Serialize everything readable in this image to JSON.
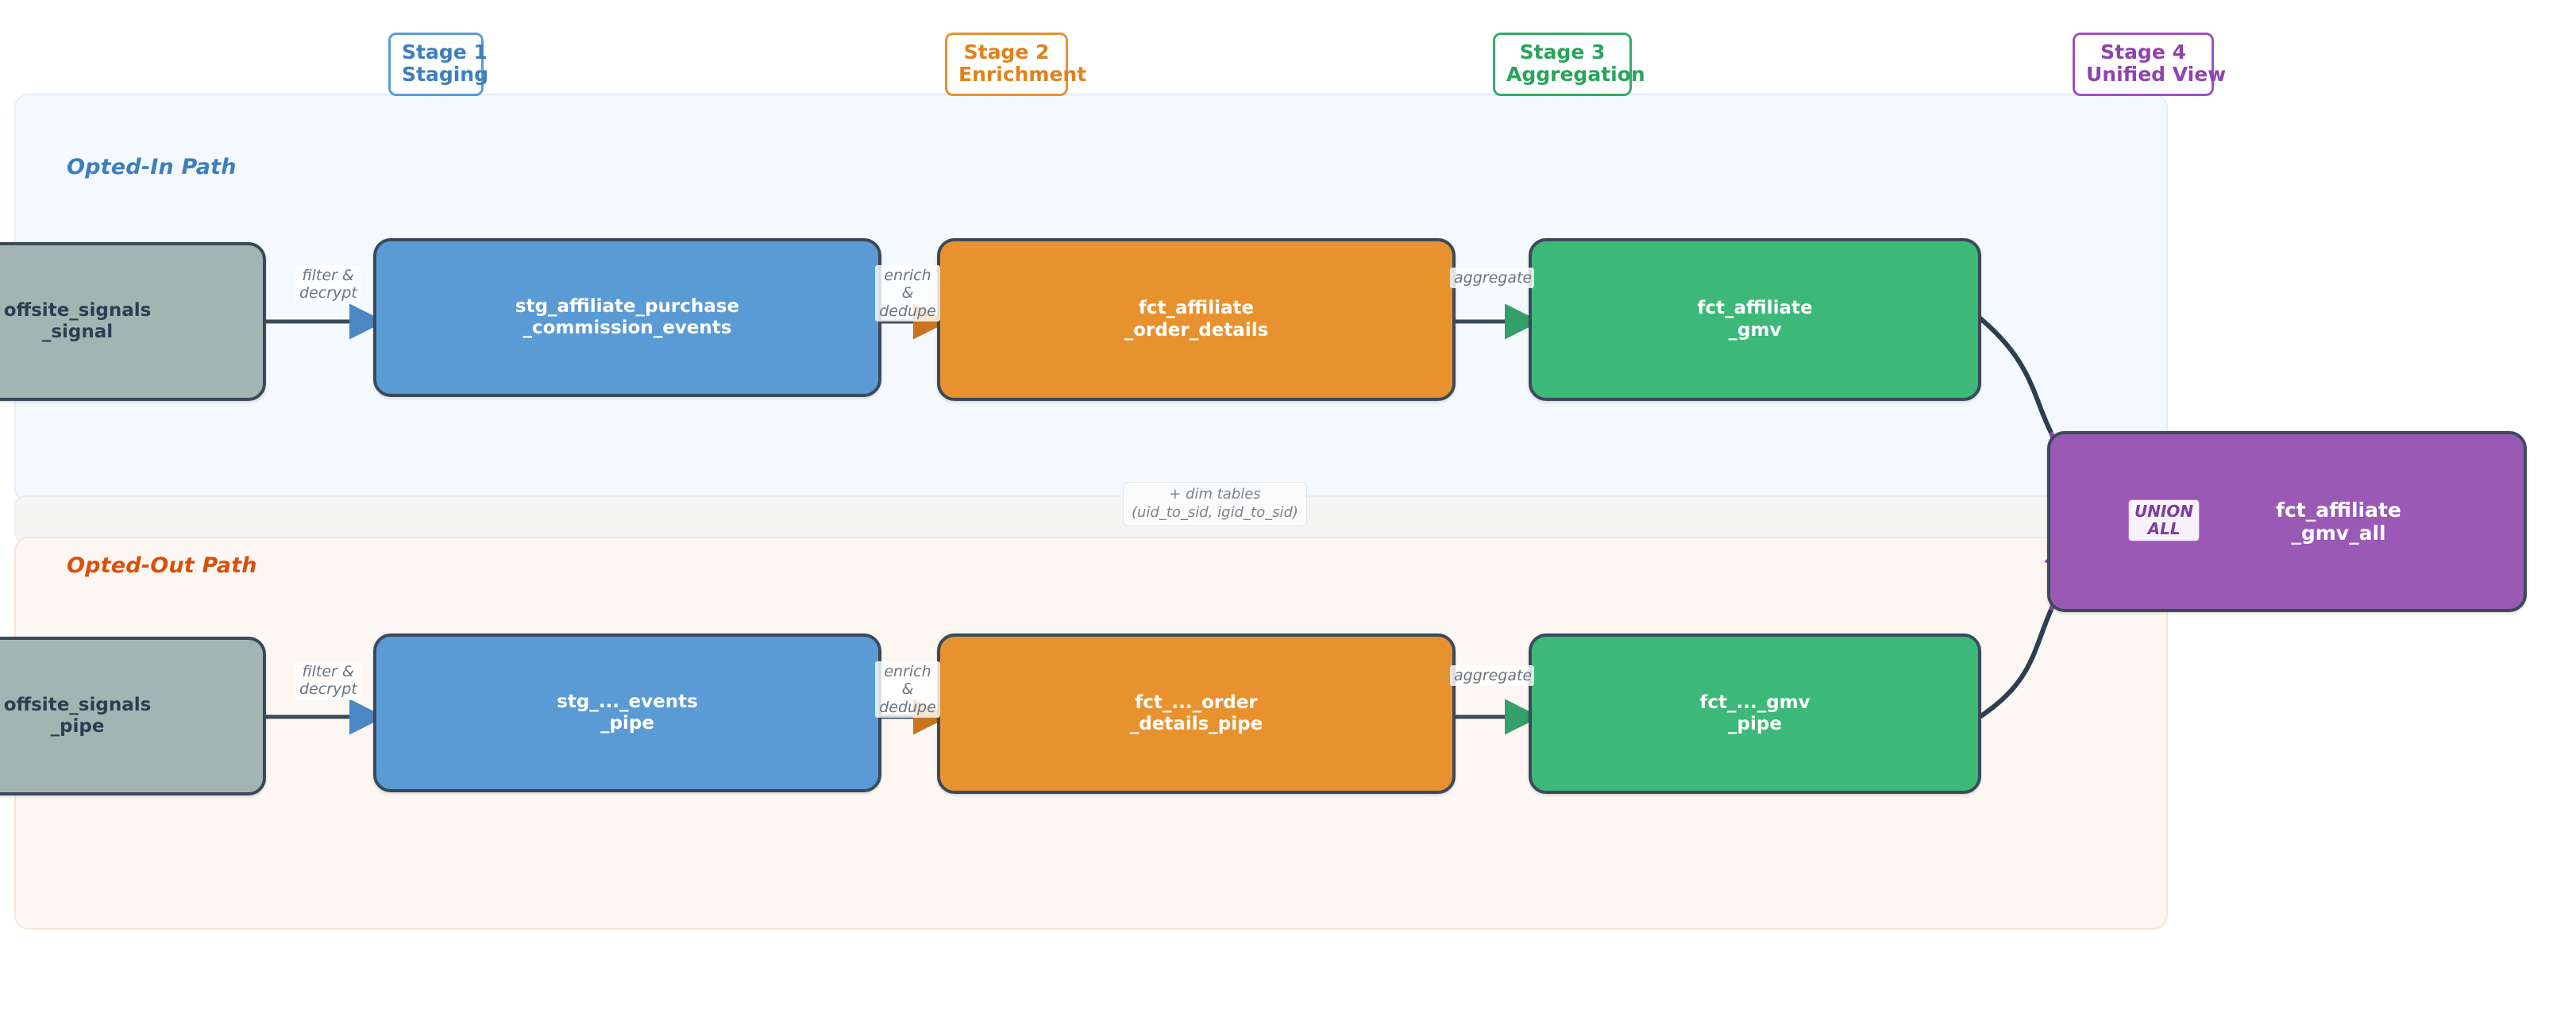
{
  "stages": [
    {
      "id": "stage-1",
      "label": "Stage 1\nStaging",
      "color": "#5b9bd5"
    },
    {
      "id": "stage-2",
      "label": "Stage 2\nEnrichment",
      "color": "#e8922f"
    },
    {
      "id": "stage-3",
      "label": "Stage 3\nAggregation",
      "color": "#37ab68"
    },
    {
      "id": "stage-4",
      "label": "Stage 4\nUnified View",
      "color": "#9b51c4"
    }
  ],
  "lanes": {
    "opted_in": {
      "title": "Opted-In Path",
      "color": "#3d7ebd",
      "background": "#f4f9fe"
    },
    "opted_out": {
      "title": "Opted-Out Path",
      "color": "#d9500a",
      "background": "#fdf7f3"
    }
  },
  "nodes": {
    "in_source": "offsite_signals\n_signal",
    "in_staging": "stg_affiliate_purchase\n_commission_events",
    "in_fact": "fct_affiliate\n_order_details",
    "in_gmv": "fct_affiliate\n_gmv",
    "out_source": "offsite_signals\n_pipe",
    "out_staging": "stg_..._events\n_pipe",
    "out_fact": "fct_..._order\n_details_pipe",
    "out_gmv": "fct_..._gmv\n_pipe",
    "union": "fct_affiliate\n_gmv_all"
  },
  "edge_labels": {
    "in_filter": "filter &\ndecrypt",
    "in_enrich": "enrich &\ndedupe",
    "in_aggregate": "aggregate",
    "out_filter": "filter &\ndecrypt",
    "out_enrich": "enrich &\ndedupe",
    "out_aggregate": "aggregate"
  },
  "annotations": {
    "dim_tables": "+ dim tables\n(uid_to_sid, igid_to_sid)",
    "union_badge": "UNION\nALL"
  },
  "colors": {
    "source": "#a3b5b3",
    "staging": "#5b9bd5",
    "enrichment": "#e8922f",
    "aggregation": "#3cb878",
    "unified": "#9b59b6",
    "stroke": "#3b4a5a"
  }
}
